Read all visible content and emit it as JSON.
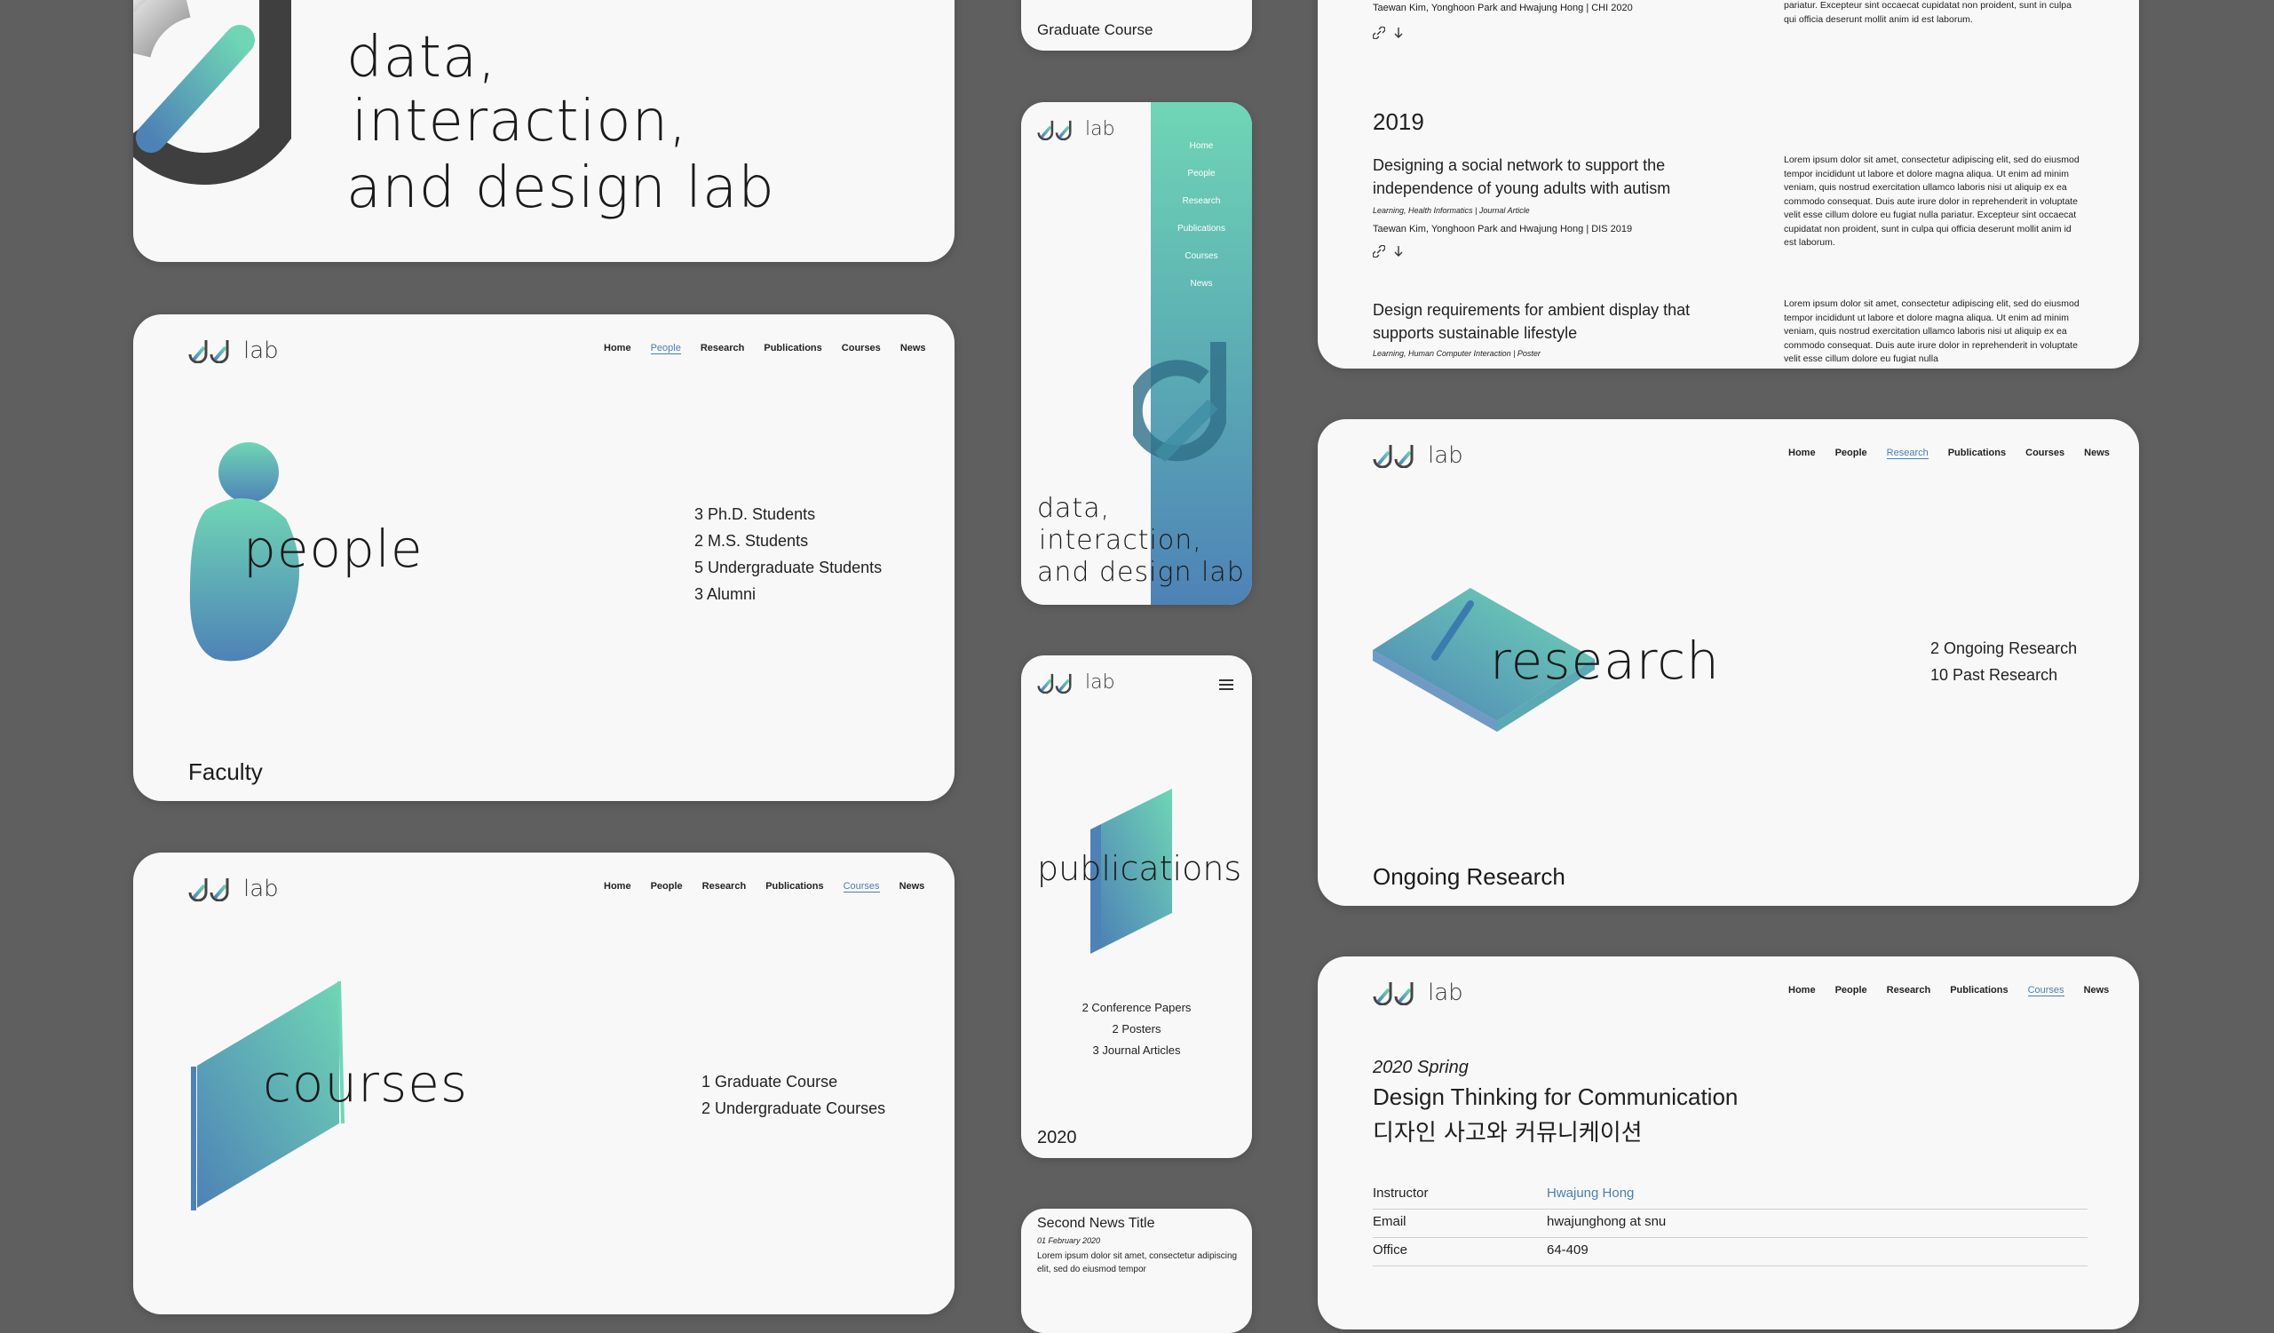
{
  "colors": {
    "background": "#5f5f5f",
    "card": "#f8f8f8",
    "accent_teal": "#66d0b5",
    "accent_blue": "#4a7fb0"
  },
  "logo": {
    "text": "lab"
  },
  "nav": [
    "Home",
    "People",
    "Research",
    "Publications",
    "Courses",
    "News"
  ],
  "hero": {
    "line1": "data,",
    "line2": "interaction,",
    "line3": "and design lab"
  },
  "people": {
    "title": "people",
    "stats": [
      "3 Ph.D. Students",
      "2 M.S. Students",
      "5 Undergraduate Students",
      "3 Alumni"
    ],
    "footer": "Faculty",
    "active_nav": "People"
  },
  "courses": {
    "title": "courses",
    "stats": [
      "1 Graduate Course",
      "2 Undergraduate Courses"
    ],
    "active_nav": "Courses"
  },
  "mobile_top": {
    "label": "Graduate Course"
  },
  "mobile_menu": {
    "items": [
      "Home",
      "People",
      "Research",
      "Publications",
      "Courses",
      "News"
    ],
    "hero": {
      "line1": "data,",
      "line2": "interaction,",
      "line3": "and design lab"
    }
  },
  "mobile_pubs": {
    "menu_icon": "hamburger-icon",
    "title": "publications",
    "stats": [
      "2 Conference Papers",
      "2 Posters",
      "3 Journal Articles"
    ],
    "year": "2020"
  },
  "mobile_news": {
    "title": "Second News Title",
    "date": "01 February 2020",
    "body": "Lorem ipsum dolor sit amet, consectetur adipiscing elit, sed do eiusmod tempor"
  },
  "publications": {
    "top_authors": "Taewan Kim, Yonghoon Park and Hwajung Hong  |  CHI 2020",
    "top_lorem": "pariatur. Excepteur sint occaecat cupidatat non proident, sunt in culpa qui officia deserunt mollit anim id est laborum.",
    "year": "2019",
    "items": [
      {
        "title": "Designing a social network to support the independence of young adults with autism",
        "tags": "Learning, Health Informatics  |  Journal Article",
        "authors": "Taewan Kim, Yonghoon Park and Hwajung Hong  |  DIS 2019",
        "lorem": "Lorem ipsum dolor sit amet, consectetur adipiscing elit, sed do eiusmod tempor incididunt ut labore et dolore magna aliqua. Ut enim ad minim veniam, quis nostrud exercitation ullamco laboris nisi ut aliquip ex ea commodo consequat. Duis aute irure dolor in reprehenderit in voluptate velit esse cillum dolore eu fugiat nulla pariatur. Excepteur sint occaecat cupidatat non proident, sunt in culpa qui officia deserunt mollit anim id est laborum."
      },
      {
        "title": "Design requirements for ambient display that supports sustainable lifestyle",
        "tags": "Learning, Human Computer Interaction  |  Poster",
        "lorem": "Lorem ipsum dolor sit amet, consectetur adipiscing elit, sed do eiusmod tempor incididunt ut labore et dolore magna aliqua. Ut enim ad minim veniam, quis nostrud exercitation ullamco laboris nisi ut aliquip ex ea commodo consequat. Duis aute irure dolor in reprehenderit in voluptate velit esse cillum dolore eu fugiat nulla"
      }
    ]
  },
  "research": {
    "title": "research",
    "stats": [
      "2 Ongoing Research",
      "10 Past Research"
    ],
    "footer": "Ongoing Research",
    "active_nav": "Research"
  },
  "course_detail": {
    "term": "2020 Spring",
    "title_en": "Design Thinking for Communication",
    "title_ko": "디자인 사고와 커뮤니케이션",
    "rows": [
      {
        "key": "Instructor",
        "value": "Hwajung Hong"
      },
      {
        "key": "Email",
        "value": "hwajunghong at snu"
      },
      {
        "key": "Office",
        "value": "64-409"
      }
    ],
    "active_nav": "Courses"
  }
}
